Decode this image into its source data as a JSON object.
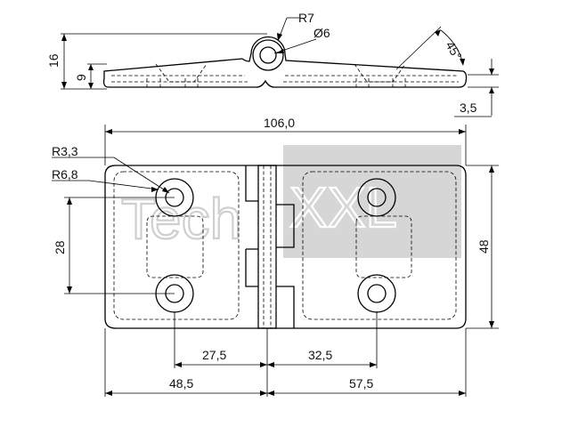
{
  "drawing": {
    "side_view": {
      "radius_outer_label": "R7",
      "hole_diameter_label": "Ø6",
      "angle_label": "45°",
      "height_total_label": "16",
      "height_leaf_label": "9",
      "thickness_label": "3,5"
    },
    "top_view": {
      "overall_width_label": "106,0",
      "height_label": "48",
      "hole_pitch_label": "28",
      "hole_radius_label": "R3,3",
      "counterbore_radius_label": "R6,8",
      "left_hole_offset_label": "27,5",
      "right_hole_offset_label": "32,5",
      "left_leaf_width_label": "48,5",
      "right_leaf_width_label": "57,5"
    },
    "watermark": {
      "text_left": "Tech",
      "text_right": "XXL"
    },
    "colors": {
      "line": "#000000",
      "watermark_box": "#d6d6d6",
      "watermark_text": "#cfcfcf"
    }
  }
}
